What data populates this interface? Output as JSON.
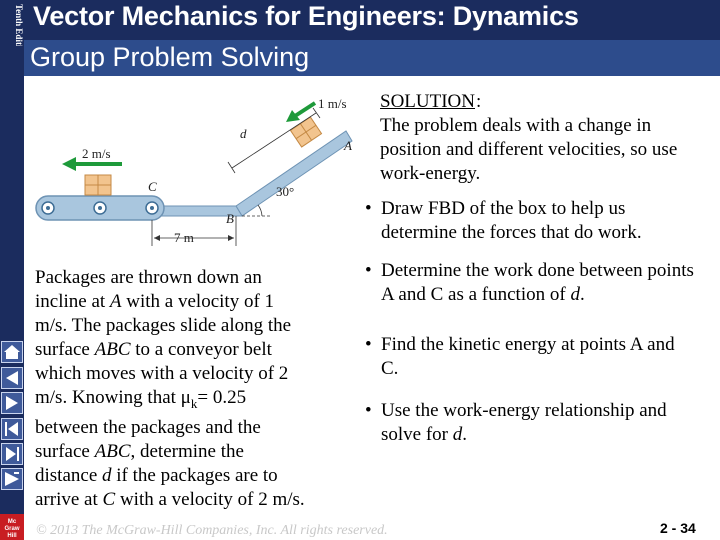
{
  "sidebar": {
    "edition": "Tenth Edition",
    "publisher": "Mc Graw Hill"
  },
  "header": {
    "title": "Vector Mechanics for Engineers: Dynamics",
    "subtitle": "Group Problem Solving"
  },
  "figure": {
    "velocity_top": "1 m/s",
    "velocity_left": "2 m/s",
    "label_d": "d",
    "label_A": "A",
    "label_B": "B",
    "label_C": "C",
    "angle": "30°",
    "distance": "7 m"
  },
  "problem": {
    "p1": "Packages are thrown down an incline at ",
    "A1": "A",
    "p2": " with a velocity of 1 m/s. The packages slide along the surface ",
    "ABC1": "ABC",
    "p3": " to a conveyor belt which moves with a velocity of 2 m/s. Knowing that μ",
    "sub_k": "k",
    "p4": "= 0.25 between the packages and the surface ",
    "ABC2": "ABC",
    "p5": ", determine the distance ",
    "d": "d",
    "p6": " if the packages are to arrive at ",
    "C": "C",
    "p7": " with a velocity of 2 m/s."
  },
  "solution": {
    "heading": "SOLUTION",
    "colon": ":",
    "intro": "The problem deals with a change in position and different velocities, so use work-energy.",
    "bullets": {
      "b1": "Draw FBD of the box to help us determine the forces that do work.",
      "b2a": "Determine the work done between points  A and C as a function of ",
      "b2d": "d",
      "b2b": ".",
      "b3": "Find the kinetic energy at points A and C.",
      "b4a": "Use the work-energy relationship and solve for ",
      "b4d": "d",
      "b4b": "."
    }
  },
  "footer": {
    "copyright": "© 2013 The McGraw-Hill Companies, Inc. All rights reserved.",
    "page": "2 - 34"
  },
  "colors": {
    "header_navy": "#1b2c5e",
    "subtitle_blue": "#2d4c8c",
    "arrow_green": "#1e9a3a",
    "belt_blue": "#a9c6de"
  }
}
